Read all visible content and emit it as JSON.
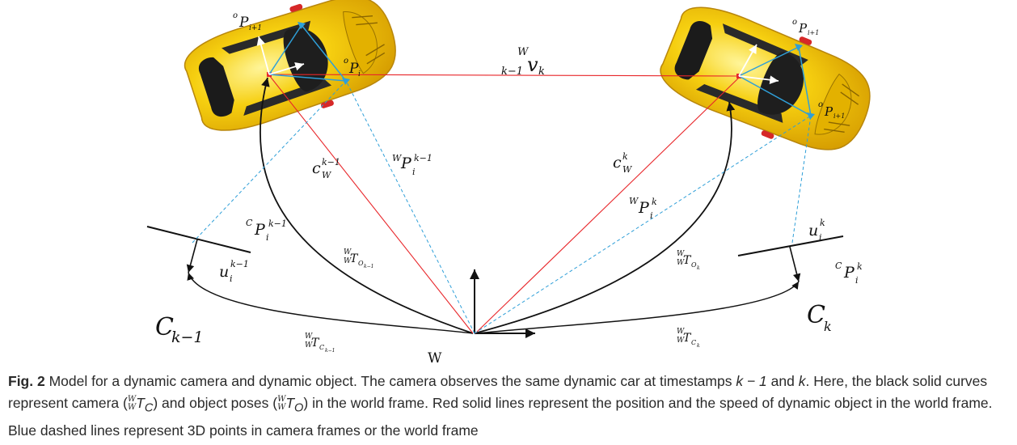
{
  "figure": {
    "labels": {
      "velocity": {
        "pre_sup": "W",
        "pre_sub": "k−1",
        "main": "v",
        "sub": "k"
      },
      "obj_pt_i1_left": {
        "pre": "o",
        "main": "P",
        "sub": "i+1"
      },
      "obj_pt_i_left": {
        "pre": "o",
        "main": "P",
        "sub": "i"
      },
      "obj_pt_i1_right_top": {
        "pre": "o",
        "main": "P",
        "sub": "i+1"
      },
      "obj_pt_i1_right_bottom": {
        "pre": "o",
        "main": "P",
        "sub": "i+1"
      },
      "c_w_km1": {
        "main": "c",
        "sup": "k−1",
        "sub": "W"
      },
      "world_p_km1": {
        "pre": "W",
        "main": "P",
        "sup": "k−1",
        "sub": "i"
      },
      "c_w_k": {
        "main": "c",
        "sup": "k",
        "sub": "W"
      },
      "world_p_k": {
        "pre": "W",
        "main": "P",
        "sup": "k",
        "sub": "i"
      },
      "cam_p_km1": {
        "pre": "C",
        "main": "P",
        "sup": "k−1",
        "sub": "i"
      },
      "u_km1": {
        "main": "u",
        "sup": "k−1",
        "sub": "i"
      },
      "u_k": {
        "main": "u",
        "sup": "k",
        "sub": "i"
      },
      "cam_p_k": {
        "pre": "C",
        "main": "P",
        "sup": "k",
        "sub": "i"
      },
      "T_obj_km1": {
        "pre_sup": "W",
        "pre_sub": "W",
        "main": "T",
        "sub": "O",
        "subsub": "k−1"
      },
      "T_obj_k": {
        "pre_sup": "W",
        "pre_sub": "W",
        "main": "T",
        "sub": "O",
        "subsub": "k"
      },
      "T_cam_km1": {
        "pre_sup": "W",
        "pre_sub": "W",
        "main": "T",
        "sub": "C",
        "subsub": "k−1"
      },
      "T_cam_k": {
        "pre_sup": "W",
        "pre_sub": "W",
        "main": "T",
        "sub": "C",
        "subsub": "k"
      },
      "cam_km1": {
        "main": "C",
        "sub": "k−1"
      },
      "cam_k": {
        "main": "C",
        "sub": "k"
      },
      "world": "W"
    },
    "colors": {
      "car_body": "#f6cf10",
      "red_line": "#e8262a",
      "blue_dash": "#2f9fd8",
      "black": "#111111"
    }
  },
  "caption": {
    "fig_label": "Fig. 2",
    "seg1": " Model for a dynamic camera and dynamic object. The camera observes the same dynamic car at timestamps ",
    "k_minus_1": "k − 1",
    "seg2": " and ",
    "k": "k",
    "seg3": ". Here, the black solid curves represent camera (",
    "cam_pose_sup": "W",
    "cam_pose_sub": "W",
    "cam_pose_main": "T",
    "cam_pose_idx": "C",
    "seg4": ") and object poses (",
    "obj_pose_sup": "W",
    "obj_pose_sub": "W",
    "obj_pose_main": "T",
    "obj_pose_idx": "O",
    "seg5": ") in the world frame. Red solid lines represent the position and the speed of dynamic object in the world frame. Blue dashed lines represent 3D points in camera frames or the world frame"
  }
}
